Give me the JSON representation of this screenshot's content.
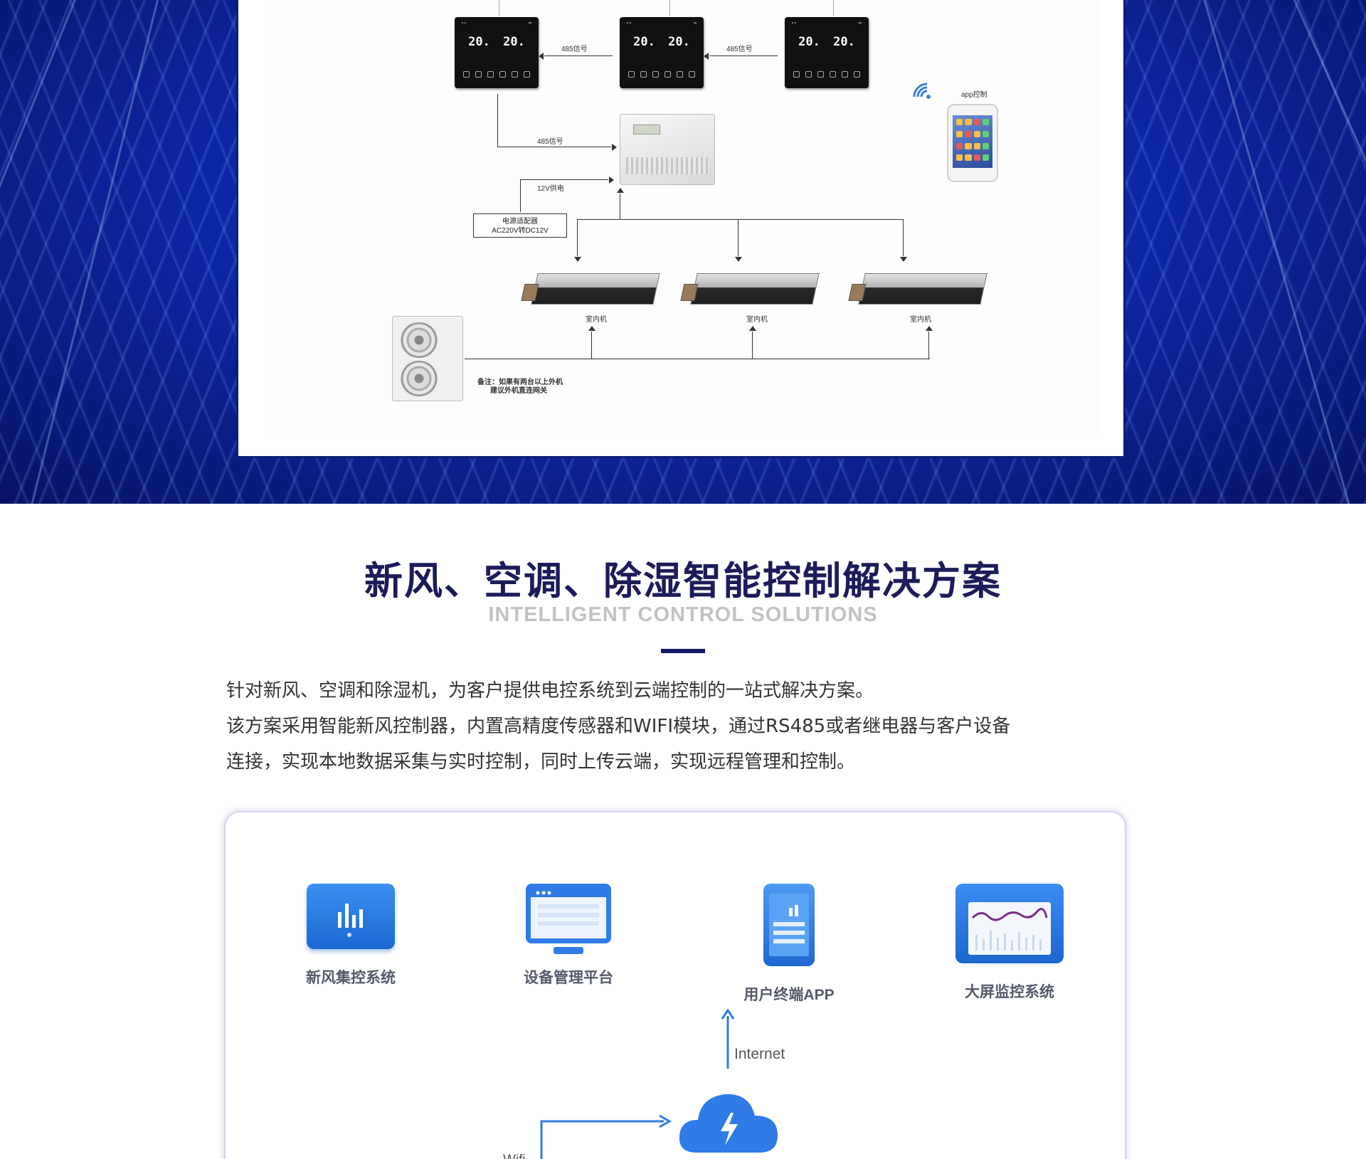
{
  "diagram": {
    "signal_485_a": "485信号",
    "signal_485_b": "485信号",
    "signal_485_c": "485信号",
    "power_12v": "12V供电",
    "psu_line1": "电源适配器",
    "psu_line2": "AC220V转DC12V",
    "app_control": "app控制",
    "indoor_unit_1": "室内机",
    "indoor_unit_2": "室内机",
    "indoor_unit_3": "室内机",
    "note_line1": "备注：如果有两台以上外机",
    "note_line2": "建议外机直连网关",
    "thermostat_temp_left": "20.",
    "thermostat_temp_right": "20."
  },
  "section": {
    "title": "新风、空调、除湿智能控制解决方案",
    "subtitle": "INTELLIGENT CONTROL SOLUTIONS",
    "paragraph_1": "针对新风、空调和除湿机，为客户提供电控系统到云端控制的一站式解决方案。",
    "paragraph_2": "该方案采用智能新风控制器，内置高精度传感器和WIFI模块，通过RS485或者继电器与客户设备",
    "paragraph_3": "连接，实现本地数据采集与实时控制，同时上传云端，实现远程管理和控制。"
  },
  "card": {
    "tiles": [
      {
        "label": "新风集控系统",
        "icon": "bar-chart-icon"
      },
      {
        "label": "设备管理平台",
        "icon": "monitor-icon"
      },
      {
        "label": "用户终端APP",
        "icon": "mobile-app-icon"
      },
      {
        "label": "大屏监控系统",
        "icon": "big-screen-icon"
      }
    ],
    "internet_label": "Internet",
    "wifi_label": "Wifi"
  },
  "colors": {
    "hero_blue": "#0d27a8",
    "title_navy": "#1c1c5a",
    "accent_blue": "#2f7ce6",
    "subtitle_gray": "#c2c2c2"
  }
}
